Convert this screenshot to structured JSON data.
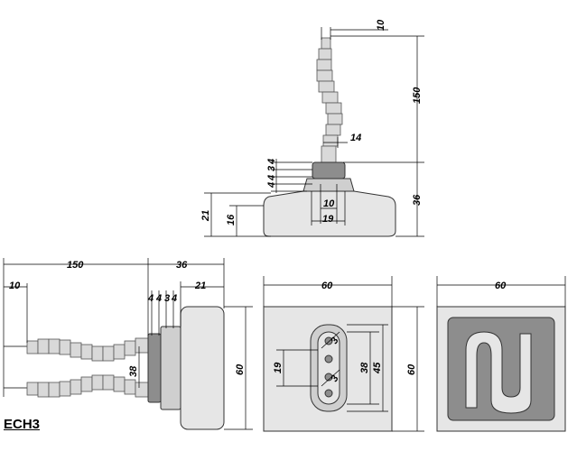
{
  "model": "ECH3",
  "side_view": {
    "wire_width": "10",
    "wire_length": "150",
    "neck_width": "14",
    "step_1": "4",
    "step_2": "4",
    "step_3": "3",
    "step_4": "4",
    "total_height": "36",
    "base_height": "21",
    "body_height": "16",
    "inner_width": "10",
    "outer_width": "19"
  },
  "front_view": {
    "wire_length": "150",
    "height": "36",
    "wire_offset": "10",
    "step_1": "4",
    "step_2": "4",
    "step_3": "3",
    "step_4": "4",
    "body_depth": "21",
    "wire_spacing": "38",
    "height_60": "60"
  },
  "rear_view": {
    "width": "60",
    "height": "60",
    "plug_width": "19",
    "plug_height_1": "38",
    "plug_height_2": "45",
    "pin_label_1": "3",
    "pin_label_2": "3"
  },
  "face_view": {
    "width": "60"
  }
}
